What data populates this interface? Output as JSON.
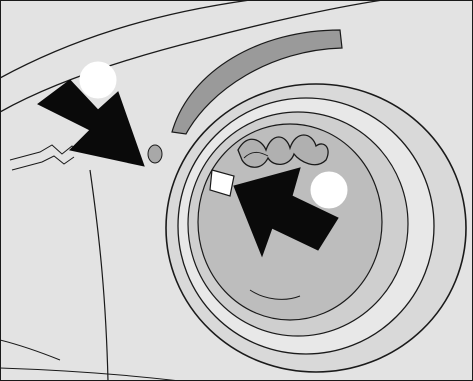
{
  "illustration": {
    "subject": "appliance-drum-filter-detail",
    "callouts": [
      {
        "marker": "callout-1",
        "label": "",
        "pointer": "arrow-left"
      },
      {
        "marker": "callout-2",
        "label": "",
        "pointer": "arrow-right"
      }
    ],
    "colors": {
      "background": "#e3e3e3",
      "panel_light": "#ececec",
      "ring_outer": "#d9d9d9",
      "ring_inner": "#c9c9c9",
      "opening": "#b9b9b9",
      "arrow": "#0a0a0a",
      "callout_fill": "#ffffff",
      "stroke": "#1a1a1a"
    }
  }
}
